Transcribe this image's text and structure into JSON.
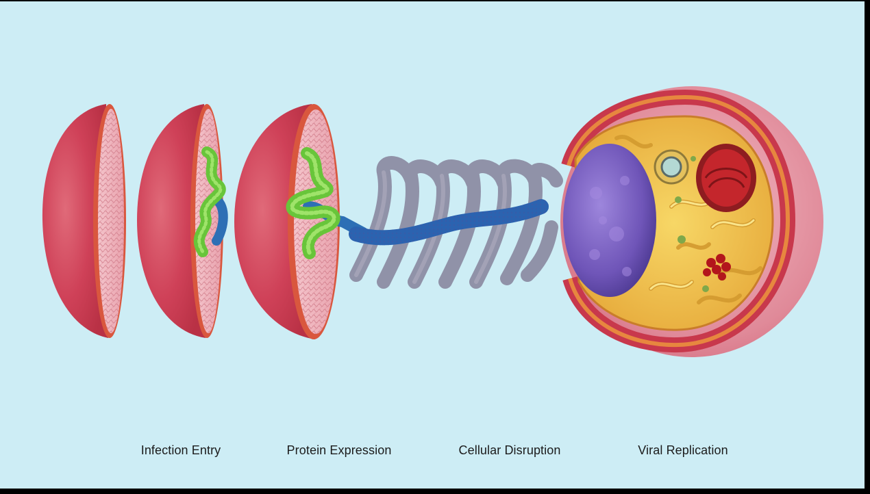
{
  "labels": {
    "infection_entry": "Infection Entry",
    "protein_expression": "Protein Expression",
    "cellular_disruption": "Cellular Disruption",
    "viral_replication": "Viral Replication"
  },
  "colors": {
    "background": "#cdedf5",
    "cell_red": "#d54a5e",
    "cut_face_pink": "#efb3bd",
    "rim_orange": "#d9573e",
    "protein_green": "#6ccb3a",
    "protein_blue": "#2d6fb5",
    "fiber_gray": "#8a8fa6",
    "nucleus_purple": "#7b62c4",
    "cytoplasm_yellow": "#f1c948"
  }
}
